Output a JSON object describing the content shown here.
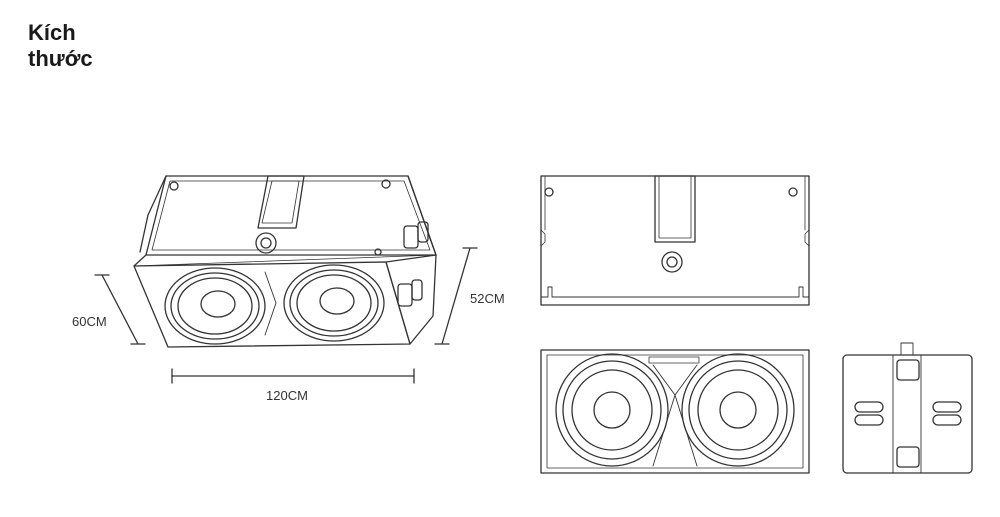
{
  "title_line1": "Kích",
  "title_line2": "thước",
  "dimensions": {
    "width": "120CM",
    "height": "52CM",
    "depth": "60CM"
  },
  "colors": {
    "line": "#333333",
    "background": "#ffffff"
  }
}
